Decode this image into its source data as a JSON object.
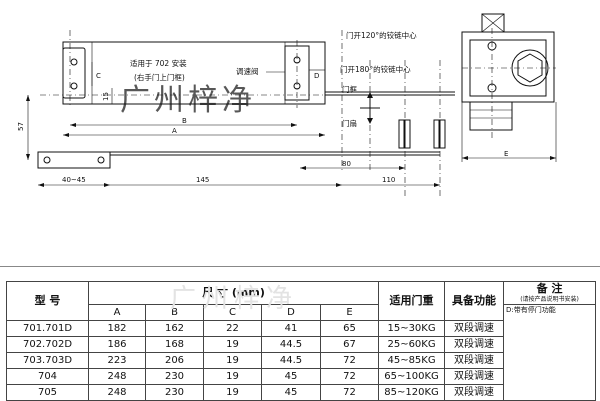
{
  "drawing": {
    "label_suitable": "适用于 702 安装",
    "label_mount": "(右手门上门框)",
    "label_valve": "调速阀",
    "label_center120": "门开120°的铰链中心",
    "label_center180": "门开180°的铰链中心",
    "label_frame": "门框",
    "label_door": "门扇",
    "dim_a": "A",
    "dim_b": "B",
    "dim_c": "C",
    "dim_d": "D",
    "dim_e": "E",
    "dim_15": "15",
    "dim_57": "57",
    "dim_40_45": "40~45",
    "dim_145": "145",
    "dim_80": "80",
    "dim_110": "110",
    "watermark": "广州梓净"
  },
  "table": {
    "headers": {
      "model": "型 号",
      "size": "尺 寸 (mm)",
      "weight": "适用门重",
      "function": "具备功能",
      "remark": "备 注"
    },
    "size_cols": [
      "A",
      "B",
      "C",
      "D",
      "E"
    ],
    "remark_sub": "(请按产品说明书安装)",
    "remark_note": "D:带有停门功能",
    "rows": [
      {
        "model": "701.701D",
        "a": "182",
        "b": "162",
        "c": "22",
        "d": "41",
        "e": "65",
        "weight": "15~30KG",
        "function": "双段调速"
      },
      {
        "model": "702.702D",
        "a": "186",
        "b": "168",
        "c": "19",
        "d": "44.5",
        "e": "67",
        "weight": "25~60KG",
        "function": "双段调速"
      },
      {
        "model": "703.703D",
        "a": "223",
        "b": "206",
        "c": "19",
        "d": "44.5",
        "e": "72",
        "weight": "45~85KG",
        "function": "双段调速"
      },
      {
        "model": "704",
        "a": "248",
        "b": "230",
        "c": "19",
        "d": "45",
        "e": "72",
        "weight": "65~100KG",
        "function": "双段调速"
      },
      {
        "model": "705",
        "a": "248",
        "b": "230",
        "c": "19",
        "d": "45",
        "e": "72",
        "weight": "85~120KG",
        "function": "双段调速"
      }
    ],
    "watermark": "广州梓净"
  }
}
